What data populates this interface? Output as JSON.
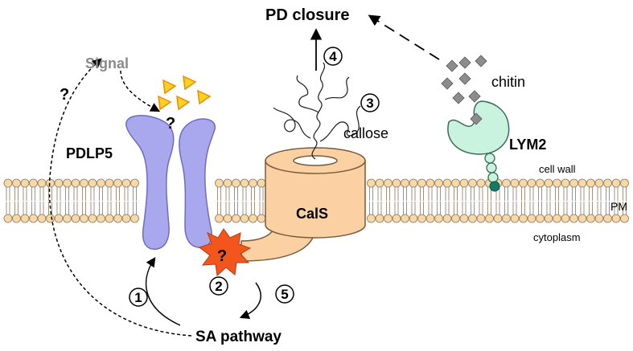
{
  "labels": {
    "pd_closure": "PD closure",
    "signal": "Signal",
    "q_left": "?",
    "q_receptor": "?",
    "q_star": "?",
    "pdlp5": "PDLP5",
    "cals": "CalS",
    "callose": "callose",
    "chitin": "chitin",
    "lym2": "LYM2",
    "cell_wall": "cell wall",
    "pm": "PM",
    "cytoplasm": "cytoplasm",
    "sa_pathway": "SA pathway"
  },
  "steps": [
    "1",
    "2",
    "3",
    "4",
    "5"
  ],
  "colors": {
    "membrane_head": "#f7d8a6",
    "membrane_stroke": "#8a7860",
    "pdlp5_fill": "#a9a8ee",
    "pdlp5_stroke": "#6e6cc0",
    "cals_fill": "#fbd0a3",
    "cals_stroke": "#7a5a3a",
    "star_fill": "#f2561d",
    "signal_gray": "#8a8a8a",
    "triangle_fill": "#ffd21f",
    "triangle_stroke": "#f08a00",
    "lym2_fill": "#c9f2df",
    "lym2_anchor": "#137a6a",
    "chitin_fill": "#8c8c8c"
  }
}
